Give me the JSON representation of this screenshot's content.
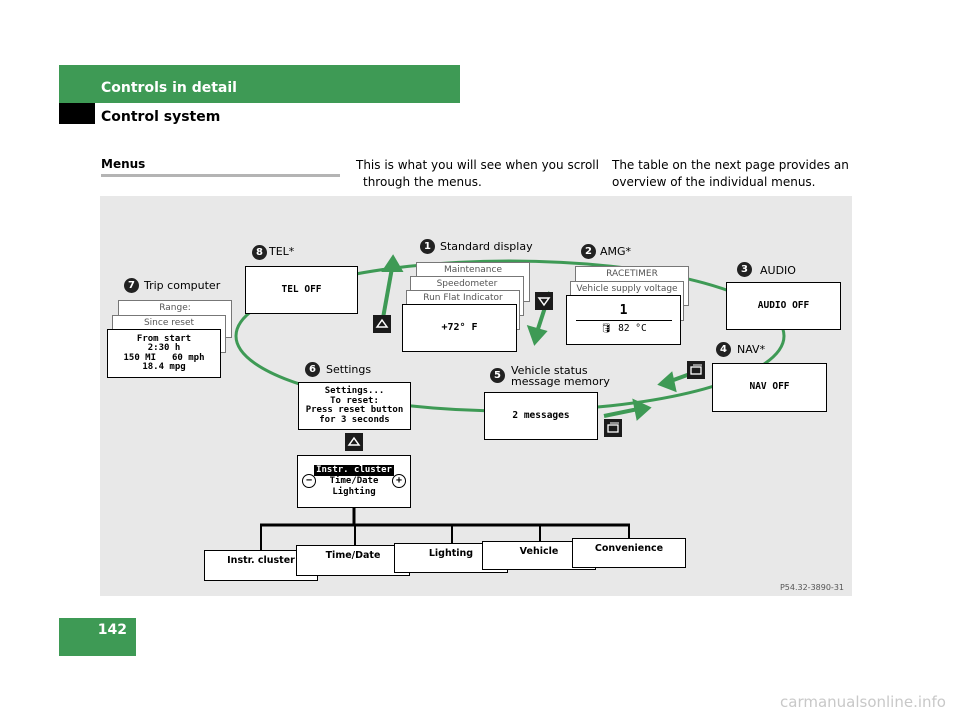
{
  "header": {
    "section": "Controls in detail",
    "subsection": "Control system"
  },
  "intro": {
    "heading": "Menus",
    "col2": [
      "This is what you will see when you scroll",
      "through the menus."
    ],
    "col3": [
      "The table on the next page provides an",
      "overview of the individual menus."
    ]
  },
  "figure": {
    "ref_code": "P54.32-3890-31",
    "items": [
      {
        "num": "1",
        "label": "Standard display"
      },
      {
        "num": "2",
        "label": "AMG*"
      },
      {
        "num": "3",
        "label": "AUDIO"
      },
      {
        "num": "4",
        "label": "NAV*"
      },
      {
        "num": "5",
        "label": "Vehicle status",
        "label2": "message memory"
      },
      {
        "num": "6",
        "label": "Settings"
      },
      {
        "num": "7",
        "label": "Trip computer"
      },
      {
        "num": "8",
        "label": "TEL*"
      }
    ],
    "screens": {
      "tel": "TEL OFF",
      "audio": "AUDIO OFF",
      "nav": "NAV OFF",
      "standard_stack": [
        "Maintenance",
        "Speedometer",
        "Run Flat Indicator"
      ],
      "standard_front": "+72° F",
      "amg_stack": [
        "RACETIMER",
        "Vehicle supply voltage"
      ],
      "amg_value": "1",
      "amg_temp": "82 °C",
      "trip_stack": [
        "Range:",
        "Since reset"
      ],
      "trip_front": [
        "From start",
        "2:30 h",
        "150 MI",
        "60 mph",
        "18.4 mpg"
      ],
      "settings_front": [
        "Settings...",
        "To reset:",
        "Press reset button",
        "for 3 seconds"
      ],
      "messages": "2 messages",
      "submenu": [
        "Instr. cluster",
        "Time/Date",
        "Lighting"
      ],
      "tabs": [
        "Instr. cluster",
        "Time/Date",
        "Lighting",
        "Vehicle",
        "Convenience"
      ]
    }
  },
  "footer": {
    "page_number": "142",
    "watermark": "carmanualsonline.info"
  }
}
